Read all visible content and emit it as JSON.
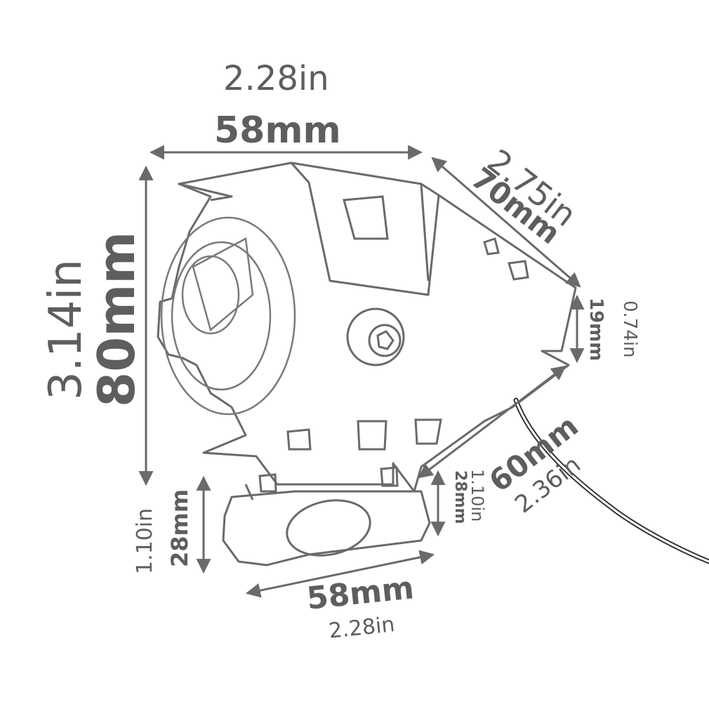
{
  "dimensions": {
    "top_width": {
      "inches": "2.28in",
      "mm": "58mm"
    },
    "diagonal_length": {
      "inches": "2.75in",
      "mm": "70mm"
    },
    "total_height": {
      "inches": "3.14in",
      "mm": "80mm"
    },
    "side_step": {
      "mm": "19mm",
      "inches": "0.74in"
    },
    "lower_diagonal": {
      "mm": "60mm",
      "inches": "2.36in"
    },
    "clamp_height_left": {
      "inches": "1.10in",
      "mm": "28mm"
    },
    "clamp_height_right": {
      "inches": "1.10in",
      "mm": "28mm"
    },
    "clamp_width": {
      "mm": "58mm",
      "inches": "2.28in"
    }
  },
  "colors": {
    "line": "#6a6a6a",
    "text": "#5e5e5e",
    "background": "#ffffff"
  }
}
